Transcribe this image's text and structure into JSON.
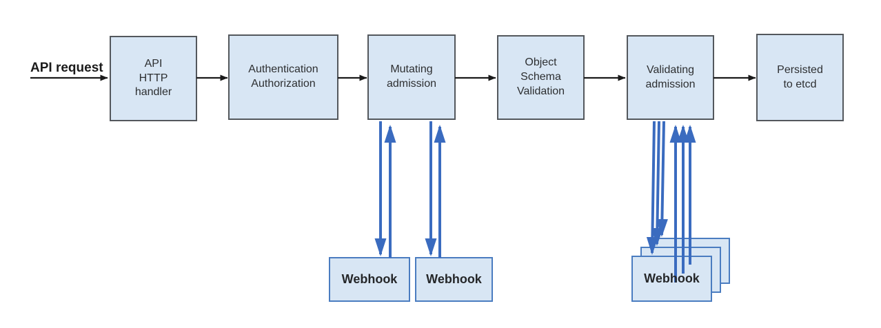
{
  "diagram": {
    "description": "Kubernetes API request admission control flow",
    "start_label": "API request",
    "nodes": {
      "api_http_handler": "API\nHTTP\nhandler",
      "authentication_authorization": "Authentication\nAuthorization",
      "mutating_admission": "Mutating\nadmission",
      "object_schema_validation": "Object\nSchema\nValidation",
      "validating_admission": "Validating\nadmission",
      "persisted_to_etcd": "Persisted\nto etcd",
      "webhook_mutating_1": "Webhook",
      "webhook_mutating_2": "Webhook",
      "webhook_validating_stack": "Webhook"
    },
    "edges": [
      {
        "from": "API request",
        "to": "API HTTP handler",
        "style": "black-arrow"
      },
      {
        "from": "API HTTP handler",
        "to": "Authentication Authorization",
        "style": "black-arrow"
      },
      {
        "from": "Authentication Authorization",
        "to": "Mutating admission",
        "style": "black-arrow"
      },
      {
        "from": "Mutating admission",
        "to": "Object Schema Validation",
        "style": "black-arrow"
      },
      {
        "from": "Object Schema Validation",
        "to": "Validating admission",
        "style": "black-arrow"
      },
      {
        "from": "Validating admission",
        "to": "Persisted to etcd",
        "style": "black-arrow"
      },
      {
        "from": "Mutating admission",
        "to": "Webhook 1",
        "style": "blue-bidirectional"
      },
      {
        "from": "Mutating admission",
        "to": "Webhook 2",
        "style": "blue-bidirectional"
      },
      {
        "from": "Validating admission",
        "to": "Webhook stack (x3)",
        "style": "blue-bidirectional"
      }
    ],
    "colors": {
      "background": "#ffffff",
      "node_fill": "#d8e6f4",
      "node_border_gray": "#53575c",
      "webhook_border_blue": "#4a7cc0",
      "arrow_black": "#1a1a1a",
      "arrow_blue": "#3a6bbf",
      "text": "#2d2f31"
    }
  }
}
